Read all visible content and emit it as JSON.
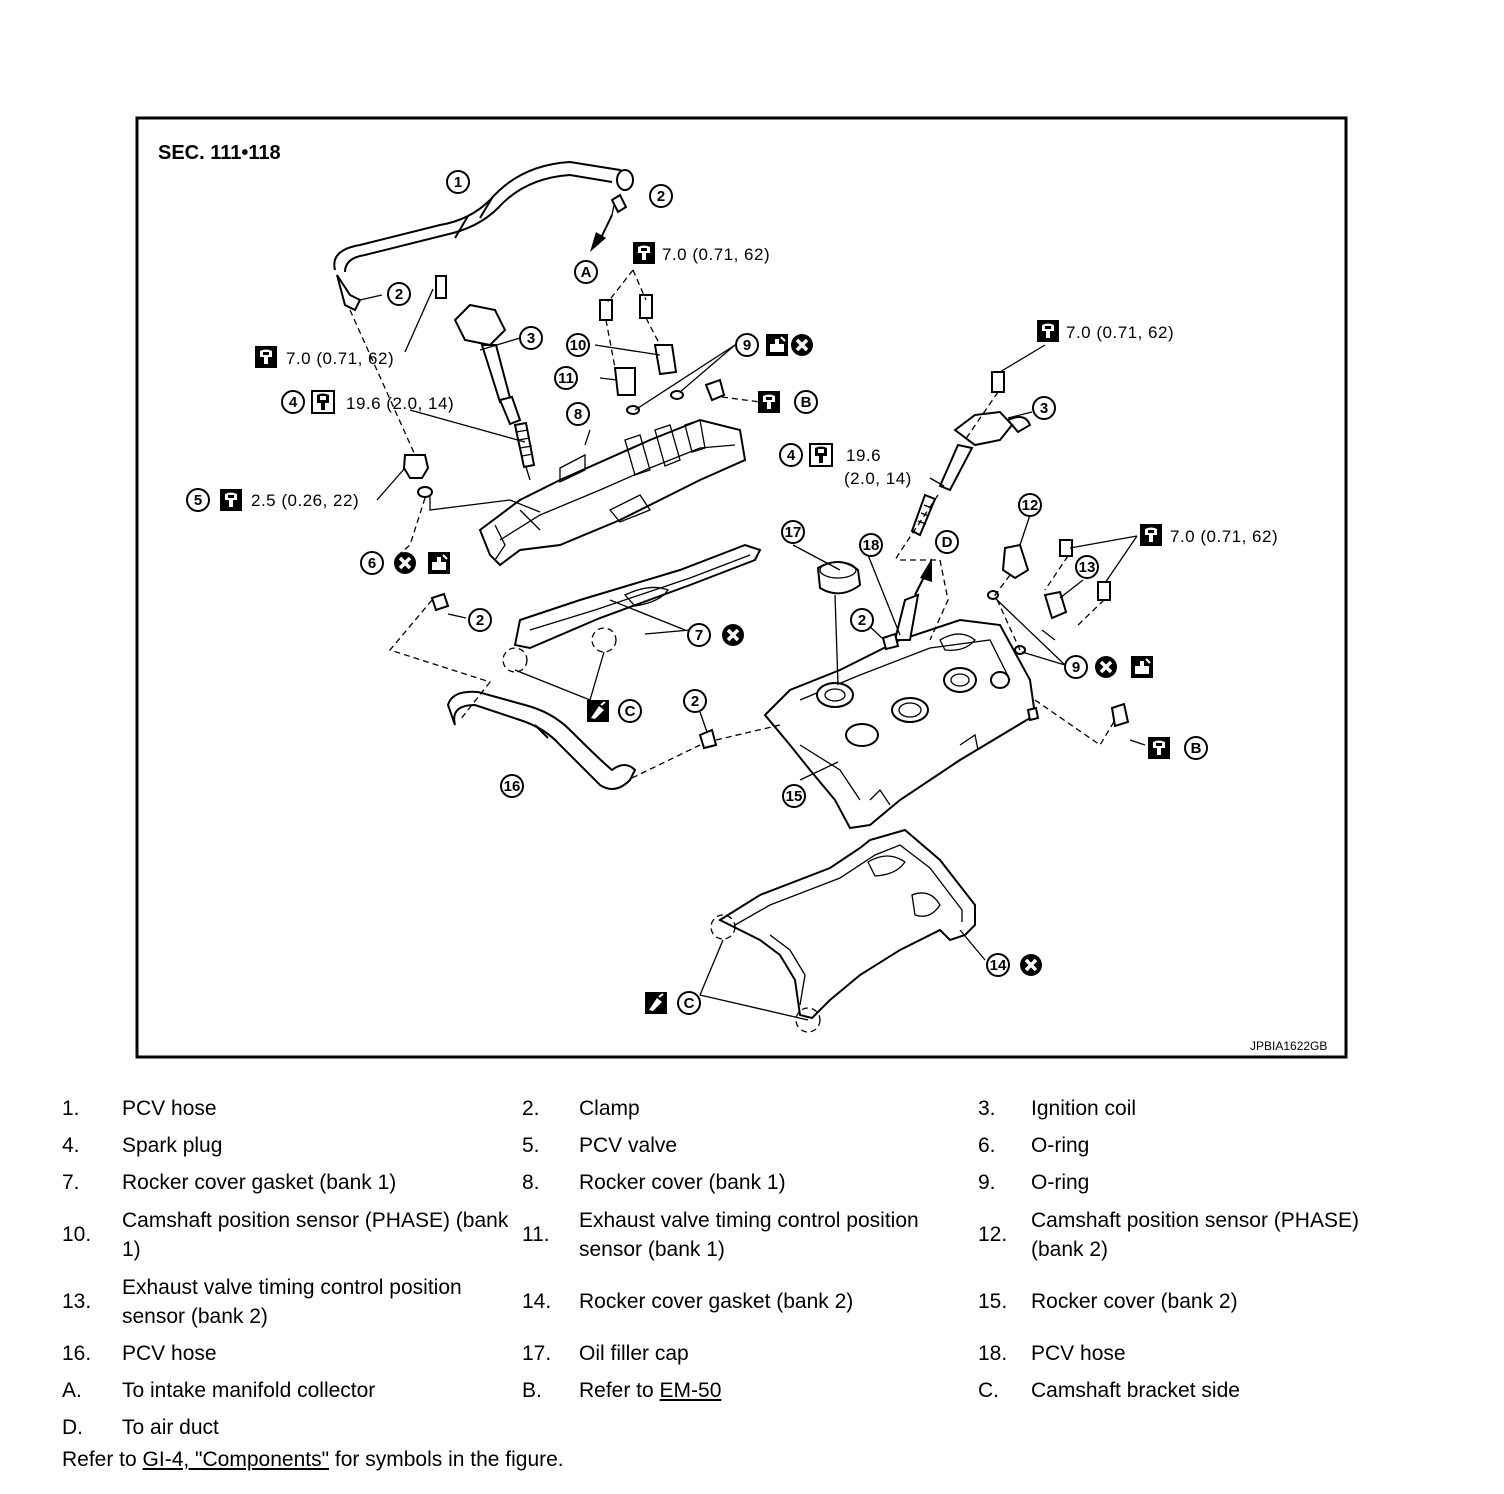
{
  "figure": {
    "section": "SEC. 111•118",
    "code": "JPBIA1622GB",
    "torques": {
      "t70": "7.0 (0.71, 62)",
      "t196": "19.6 (2.0, 14)",
      "t196_a": "19.6",
      "t196_b": "(2.0, 14)",
      "t25": "2.5 (0.26, 22)"
    },
    "callouts": [
      "1",
      "2",
      "3",
      "4",
      "5",
      "6",
      "7",
      "8",
      "9",
      "10",
      "11",
      "12",
      "13",
      "14",
      "15",
      "16",
      "17",
      "18"
    ],
    "letters": [
      "A",
      "B",
      "C",
      "D"
    ],
    "icons": [
      "torque-wrench-icon",
      "spark-plug-socket-icon",
      "do-not-reuse-icon",
      "lubricate-icon",
      "sealant-icon"
    ]
  },
  "legend": {
    "items": [
      {
        "num": "1.",
        "text": "PCV hose"
      },
      {
        "num": "2.",
        "text": "Clamp"
      },
      {
        "num": "3.",
        "text": "Ignition coil"
      },
      {
        "num": "4.",
        "text": "Spark plug"
      },
      {
        "num": "5.",
        "text": "PCV valve"
      },
      {
        "num": "6.",
        "text": "O-ring"
      },
      {
        "num": "7.",
        "text": "Rocker cover gasket (bank 1)"
      },
      {
        "num": "8.",
        "text": "Rocker cover (bank 1)"
      },
      {
        "num": "9.",
        "text": "O-ring"
      },
      {
        "num": "10.",
        "text": "Camshaft position sensor (PHASE) (bank 1)"
      },
      {
        "num": "11.",
        "text": "Exhaust valve timing control position sensor (bank 1)"
      },
      {
        "num": "12.",
        "text": "Camshaft position sensor (PHASE) (bank 2)"
      },
      {
        "num": "13.",
        "text": "Exhaust valve timing control position sensor (bank 2)"
      },
      {
        "num": "14.",
        "text": "Rocker cover gasket (bank 2)"
      },
      {
        "num": "15.",
        "text": "Rocker cover (bank 2)"
      },
      {
        "num": "16.",
        "text": "PCV hose"
      },
      {
        "num": "17.",
        "text": "Oil filler cap"
      },
      {
        "num": "18.",
        "text": "PCV hose"
      },
      {
        "num": "A.",
        "text": "To intake manifold collector"
      },
      {
        "num": "B.",
        "text": "Refer to ",
        "link": "EM-50"
      },
      {
        "num": "C.",
        "text": "Camshaft bracket side"
      },
      {
        "num": "D.",
        "text": "To air duct"
      }
    ]
  },
  "footer": {
    "prefix": "Refer to ",
    "link": "GI-4, \"Components\"",
    "suffix": " for symbols in the figure."
  }
}
